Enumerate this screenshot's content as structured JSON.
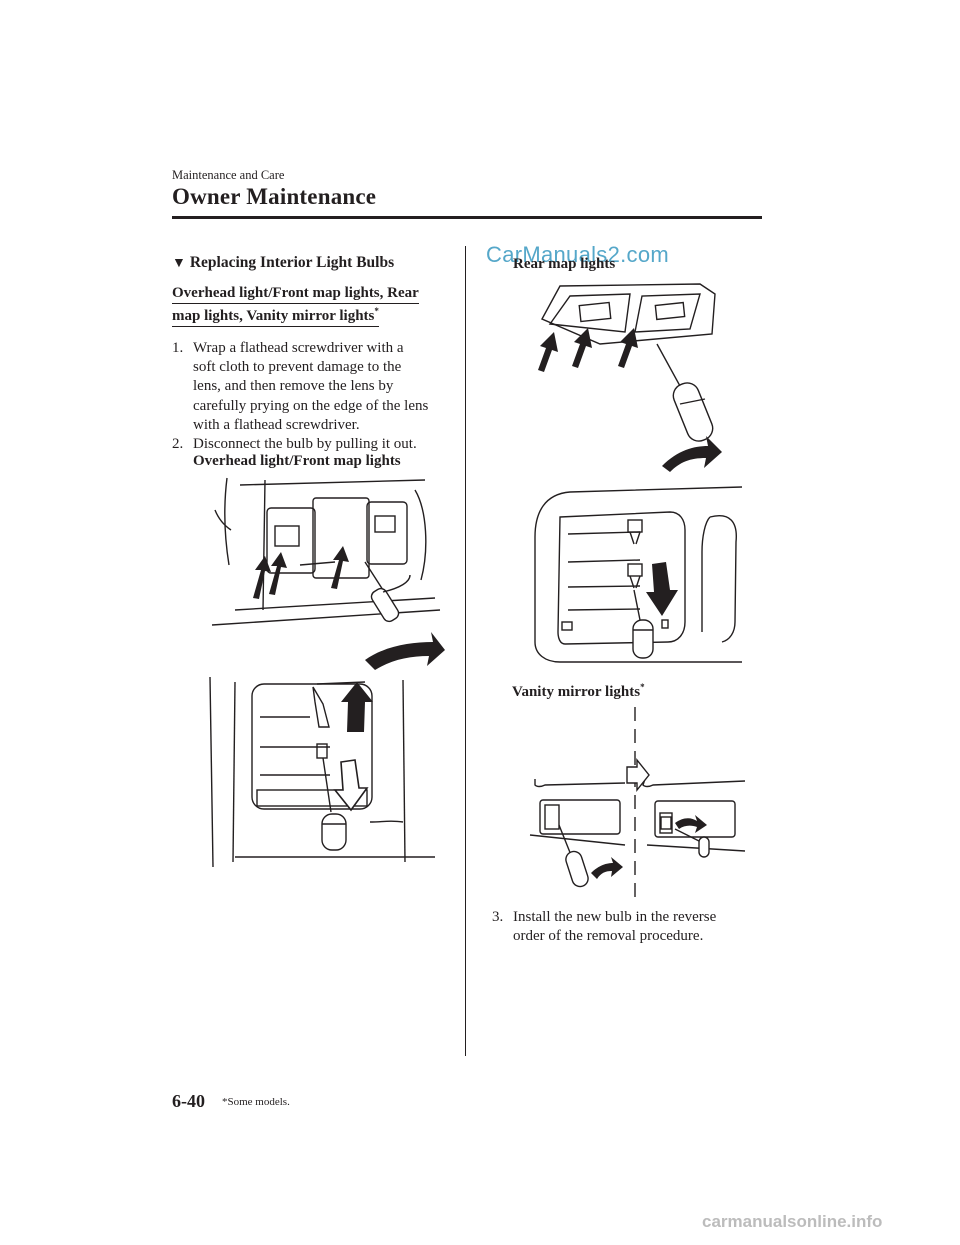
{
  "header": {
    "section_label": "Maintenance and Care",
    "page_heading": "Owner Maintenance"
  },
  "content": {
    "subheading_symbol": "▼",
    "subheading": "Replacing Interior Light Bulbs",
    "topic_line1": "Overhead light/Front map lights, Rear",
    "topic_line2": "map lights, Vanity mirror lights",
    "asterisk": "*",
    "step1_num": "1.",
    "step1_line1": "Wrap a flathead screwdriver with a",
    "step1_line2": "soft cloth to prevent damage to the",
    "step1_line3": "lens, and then remove the lens by",
    "step1_line4": "carefully prying on the edge of the lens",
    "step1_line5": "with a flathead screwdriver.",
    "step2_num": "2.",
    "step2_line1": "Disconnect the bulb by pulling it out.",
    "fig1_caption": "Overhead light/Front map lights",
    "fig2_caption": "Rear map lights",
    "fig3_caption": "Vanity mirror lights",
    "step3_num": "3.",
    "step3_line1": "Install the new bulb in the reverse",
    "step3_line2": "order of the removal procedure."
  },
  "footer": {
    "page_number": "6-40",
    "note": "*Some models."
  },
  "watermarks": {
    "top": "CarManuals2.com",
    "bottom": "carmanualsonline.info"
  },
  "colors": {
    "text": "#231f20",
    "watermark_top": "#55a7c9",
    "watermark_bottom": "#bcbcbc"
  }
}
